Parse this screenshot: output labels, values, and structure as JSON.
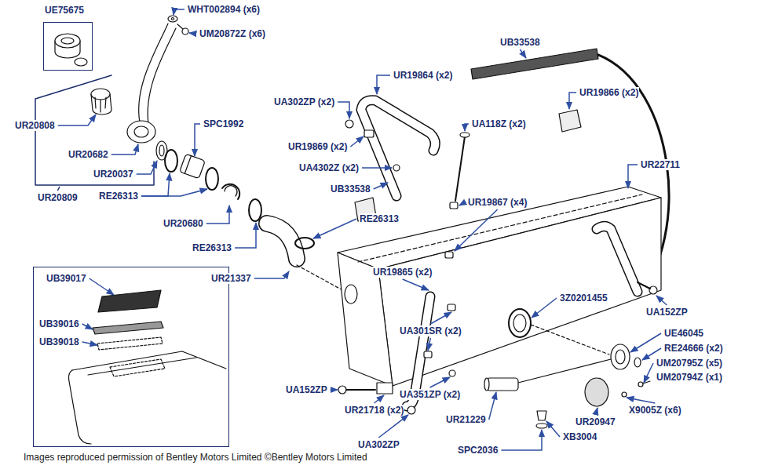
{
  "diagram": {
    "caption": "Images reproduced permission of Bentley Motors Limited ©Bentley Motors Limited",
    "nodes": [
      {
        "text": [
          "UE75675"
        ]
      },
      {
        "text": [
          "UB39017",
          "UB39016",
          "UB39018"
        ]
      }
    ],
    "labels": [
      "WHT002894 (x6)",
      "UM20872Z (x6)",
      "UB33538",
      "UR19864 (x2)",
      "UR19866 (x2)",
      "UA302ZP (x2)",
      "SPC1992",
      "UA118Z (x2)",
      "UR20808",
      "UR19869 (x2)",
      "UR20682",
      "UR22711",
      "UA4302Z (x2)",
      "UR20037",
      "UB33538",
      "RE26313",
      "UR19867 (x4)",
      "RE26313",
      "UR20680",
      "RE26313",
      "UR19865 (x2)",
      "UR21337",
      "3Z0201455",
      "UA152ZP",
      "UA301SR (x2)",
      "UE46045",
      "RE24666 (x2)",
      "UM20795Z (x5)",
      "UM20794Z (x1)",
      "UA152ZP",
      "UA351ZP (x2)",
      "X9005Z (x6)",
      "UR21718 (x2)",
      "UR21229",
      "UR20947",
      "XB3004",
      "UA302ZP",
      "SPC2036",
      "UR20809"
    ]
  }
}
